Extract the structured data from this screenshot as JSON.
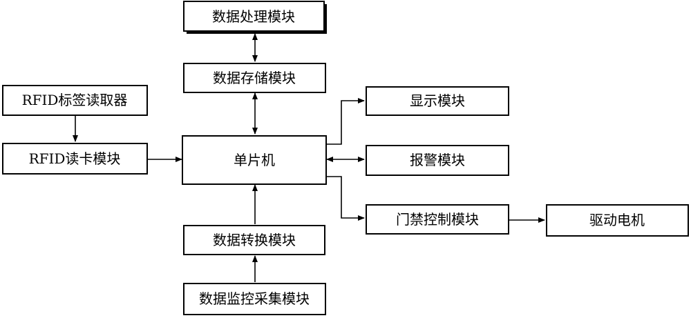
{
  "blocks": {
    "data_processing": "数据处理模块",
    "data_storage": "数据存储模块",
    "rfid_tag_reader": "RFID标签读取器",
    "rfid_card_module": "RFID读卡模块",
    "mcu": "单片机",
    "display": "显示模块",
    "alarm": "报警模块",
    "access_control": "门禁控制模块",
    "drive_motor": "驱动电机",
    "data_conversion": "数据转换模块",
    "data_monitoring": "数据监控采集模块"
  },
  "colors": {
    "stroke": "#000000",
    "background": "#ffffff"
  }
}
